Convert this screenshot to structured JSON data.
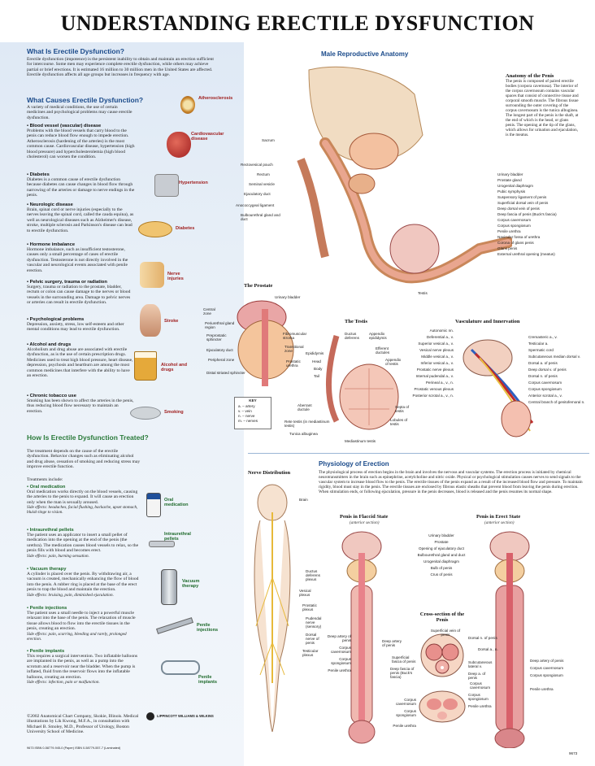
{
  "title": "UNDERSTANDING ERECTILE DYSFUNCTION",
  "left": {
    "what": {
      "heading": "What Is Erectile Dysfunction?",
      "text": "Erectile dysfunction (impotence) is the persistent inability to obtain and maintain an erection sufficient for intercourse. Some men may experience complete erectile dysfunction, while others may achieve partial or brief erections. It is estimated 16 million to 30 million men in the United States are affected. Erectile dysfunction affects all age groups but increases in frequency with age."
    },
    "causes": {
      "heading": "What Causes Erectile Dysfunction?",
      "intro": "A variety of medical conditions, the use of certain medicines and psychological problems may cause erectile dysfunction.",
      "items": [
        {
          "head": "• Blood vessel (vascular) disease",
          "text": "Problems with the blood vessels that carry blood to the penis can reduce blood flow enough to impede erection. Atherosclerosis (hardening of the arteries) is the most common cause. Cardiovascular disease, hypertension (high blood pressure) and hypercholesterolemia (high blood cholesterol) can worsen the condition."
        },
        {
          "head": "• Diabetes",
          "text": "Diabetes is a common cause of erectile dysfunction because diabetes can cause changes in blood flow through narrowing of the arteries or damage to nerve endings in the penis."
        },
        {
          "head": "• Neurologic disease",
          "text": "Brain, spinal cord or nerve injuries (especially to the nerves leaving the spinal cord, called the cauda equina), as well as neurological diseases such as Alzheimer's disease, stroke, multiple sclerosis and Parkinson's disease can lead to erectile dysfunction."
        },
        {
          "head": "• Hormone imbalance",
          "text": "Hormone imbalance, such as insufficient testosterone, causes only a small percentage of cases of erectile dysfunction. Testosterone is not directly involved in the vascular and neurological events associated with penile erection."
        },
        {
          "head": "• Pelvic surgery, trauma or radiation",
          "text": "Surgery, trauma or radiation to the prostate, bladder, rectum or colon can cause damage to the nerves or blood vessels in the surrounding area. Damage to pelvic nerves or arteries can result in erectile dysfunction."
        },
        {
          "head": "• Psychological problems",
          "text": "Depression, anxiety, stress, low self-esteem and other mental conditions may lead to erectile dysfunction."
        },
        {
          "head": "• Alcohol and drugs",
          "text": "Alcoholism and drug abuse are associated with erectile dysfunction, as is the use of certain prescription drugs. Medicines used to treat high blood pressure, heart disease, depression, psychosis and heartburn are among the most common medicines that interfere with the ability to have an erection."
        },
        {
          "head": "• Chronic tobacco use",
          "text": "Smoking has been shown to affect the arteries in the penis, thus reducing blood flow necessary to maintain an erection."
        }
      ],
      "icon_labels": [
        "Atherosclerosis",
        "Cardiovascular disease",
        "Hypertension",
        "Diabetes",
        "Nerve injuries",
        "Stroke",
        "Alcohol and drugs",
        "Smoking"
      ]
    },
    "treat": {
      "heading": "How Is Erectile Dysfunction Treated?",
      "intro": "The treatment depends on the cause of the erectile dysfunction. Behavior changes such as eliminating alcohol and drug abuse, cessation of smoking and reducing stress may improve erectile function.",
      "include": "Treatments include:",
      "items": [
        {
          "head": "• Oral medication",
          "text": "Oral medication works directly on the blood vessels, causing the arteries to the penis to expand. It will cause an erection only when the man is sexually aroused.",
          "side": "Side effects: headaches, facial flushing, backache, upset stomach, bluish tinge to vision."
        },
        {
          "head": "• Intraurethral pellets",
          "text": "The patient uses an applicator to insert a small pellet of medication into the opening at the end of the penis (the urethra). The medication causes blood vessels to relax, so the penis fills with blood and becomes erect.",
          "side": "Side effects: pain, burning sensation."
        },
        {
          "head": "• Vacuum therapy",
          "text": "A cylinder is placed over the penis. By withdrawing air, a vacuum is created, mechanically enhancing the flow of blood into the penis. A rubber ring is placed at the base of the erect penis to trap the blood and maintain the erection.",
          "side": "Side effects: bruising, pain, diminished ejaculation."
        },
        {
          "head": "• Penile injections",
          "text": "The patient uses a small needle to inject a powerful muscle relaxant into the base of the penis. The relaxation of muscle tissue allows blood to flow into the erectile tissues in the penis, creating an erection.",
          "side": "Side effects: pain, scarring, bleeding and rarely, prolonged erection."
        },
        {
          "head": "• Penile implants",
          "text": "This requires a surgical intervention. Two inflatable balloons are implanted in the penis, as well as a pump into the scrotum and a reservoir near the bladder. When the pump is inflated, fluid from the reservoir flows into the inflatable balloons, creating an erection.",
          "side": "Side effects: infection, pain or malfunction."
        }
      ],
      "icon_labels": [
        "Oral medication",
        "Intraurethral pellets",
        "Vacuum therapy",
        "Penile injections",
        "Penile implants"
      ]
    },
    "credits": "©2002 Anatomical Chart Company, Skokie, Illinois. Medical illustrations by Lik Kwong, M.F.A., in consultation with Michael B. Smoley, M.D., Professor of Urology, Boston University School of Medicine.",
    "logo": "LIPPINCOTT WILLIAMS & WILKINS",
    "isbn": "9673   ISBN 0-58779-945-0 (Paper)   ISBN 0-58779-557-7 (Laminated)"
  },
  "anatomy": {
    "heading": "Male Reproductive Anatomy",
    "penis_heading": "Anatomy of the Penis",
    "penis_text": "The penis is composed of paired erectile bodies (corpora cavernosa). The interior of the corpus cavernosum contains vascular spaces that consist of connective tissue and corporal smooth muscle. The fibrous tissue surrounding the outer covering of the corpus cavernosum is the tunica albuginea. The longest part of the penis is the shaft, at the end of which is the head, or glans penis. The opening at the tip of the glans, which allows for urination and ejaculation, is the meatus.",
    "left_labels": [
      "Sacrum",
      "Rectovesical pouch",
      "Rectum",
      "Seminal vesicle",
      "Ejaculatory duct",
      "Anococcygeal ligament",
      "Bulbourethral gland and duct"
    ],
    "right_labels": [
      "Urinary bladder",
      "Prostate gland",
      "Urogenital diaphragm",
      "Pubic symphysis",
      "Suspensory ligament of penis",
      "Superficial dorsal vein of penis",
      "Deep dorsal vein of penis",
      "Deep fascia of penis (Buck's fascia)",
      "Corpus cavernosum",
      "Corpus spongiosum",
      "Penile urethra",
      "Navicular fossa of urethra",
      "Corona of glans penis",
      "Glans penis",
      "External urethral opening (meatus)"
    ],
    "testis_label": "Testis"
  },
  "prostate": {
    "heading": "The Prostate",
    "labels": [
      "Urinary bladder",
      "Central zone",
      "Periurethral gland region",
      "Preprostatic sphincter",
      "Ejaculatory duct",
      "Peripheral zone",
      "Distal striated sphincter",
      "Fibromuscular stroma",
      "Transitional zone",
      "Prostatic urethra"
    ]
  },
  "testis": {
    "heading": "The Testis",
    "labels": [
      "Ductus deferens",
      "Appendix epididymis",
      "Efferent ductules",
      "Appendix of testis",
      "Epididymis",
      "Head",
      "Body",
      "Tail",
      "Aberrant ductule",
      "Rete testis (in mediastinum testis)",
      "Tunica albuginea",
      "Mediastinum testis",
      "Septa of testis",
      "Lobules of testis"
    ]
  },
  "key": {
    "title": "KEY",
    "rows": [
      "a. – artery",
      "v. – vein",
      "n. – nerve",
      "m. – nerves"
    ]
  },
  "vasc": {
    "heading": "Vasculature and Innervation",
    "left_labels": [
      "Autonomic nn.",
      "Deferential a., v.",
      "Superior vesical a., v.",
      "Vesical nerve plexus",
      "Middle vesical a., v.",
      "Inferior vesical a., v.",
      "Prostatic nerve plexus",
      "Internal pudendal a., v.",
      "Perineal a., v., n.",
      "Prostatic venous plexus",
      "Posterior scrotal a., v., n."
    ],
    "right_labels": [
      "Cremasteric a., v.",
      "Testicular a.",
      "Spermatic cord",
      "Subcutaneous median dorsal v.",
      "Dorsal a. of penis",
      "Deep dorsal v. of penis",
      "Dorsal n. of penis",
      "Corpus cavernosum",
      "Corpus spongiosum",
      "Anterior scrotal a., v.",
      "Central branch of genitofemoral n."
    ]
  },
  "physiology": {
    "heading": "Physiology of Erection",
    "text": "The physiological process of erection begins in the brain and involves the nervous and vascular systems. The erection process is initiated by chemical neurotransmitters in the brain such as epinephrine, acetylcholine and nitric oxide. Physical or psychological stimulation causes nerves to send signals to the vascular system to increase blood flow to the penis. The erectile tissues of the penis expand as a result of the increased blood flow and pressure. To maintain rigidity, blood must stay in the penis. The erectile tissues are enclosed by fibrous elastic sheaths that prevent blood from leaving the penis during erection. When stimulation ends, or following ejaculation, pressure in the penis decreases, blood is released and the penis resumes its normal shape.",
    "nerve_heading": "Nerve Distribution",
    "nerve_labels": [
      "Brain",
      "Ductus deferens plexus",
      "Vesical plexus",
      "Prostatic plexus",
      "Pudendal nerve (sensory)",
      "Dorsal nerve of penis",
      "Testicular plexus"
    ],
    "flaccid_heading": "Penis in Flaccid State",
    "flaccid_sub": "(anterior section)",
    "erect_heading": "Penis in Erect State",
    "erect_sub": "(anterior section)",
    "center_labels": [
      "Urinary bladder",
      "Prostate",
      "Opening of ejaculatory duct",
      "Bulbourethral gland and duct",
      "Urogenital diaphragm",
      "Bulb of penis",
      "Crus of penis"
    ],
    "cross_heading": "Cross-section of the Penis",
    "cross_labels": [
      "Superficial vein of penis",
      "Dorsal n. of penis",
      "Dorsal a., n.",
      "Deep artery of penis",
      "Superficial fascia of penis",
      "Deep fascia of penis (Buck's fascia)",
      "Subcutaneous lateral v.",
      "Deep a. of penis",
      "Corpus cavernosum",
      "Corpus spongiosum",
      "Penile urethra"
    ],
    "left_small": [
      "Deep artery of penis",
      "Corpus cavernosum",
      "Corpus spongiosum",
      "Penile urethra"
    ],
    "right_small": [
      "Deep artery of penis",
      "Corpus cavernosum",
      "Corpus spongiosum",
      "Penile urethra"
    ],
    "bottom_labels": [
      "Corpus cavernosum",
      "Corpus spongiosum",
      "Penile urethra"
    ]
  },
  "code": "9673"
}
